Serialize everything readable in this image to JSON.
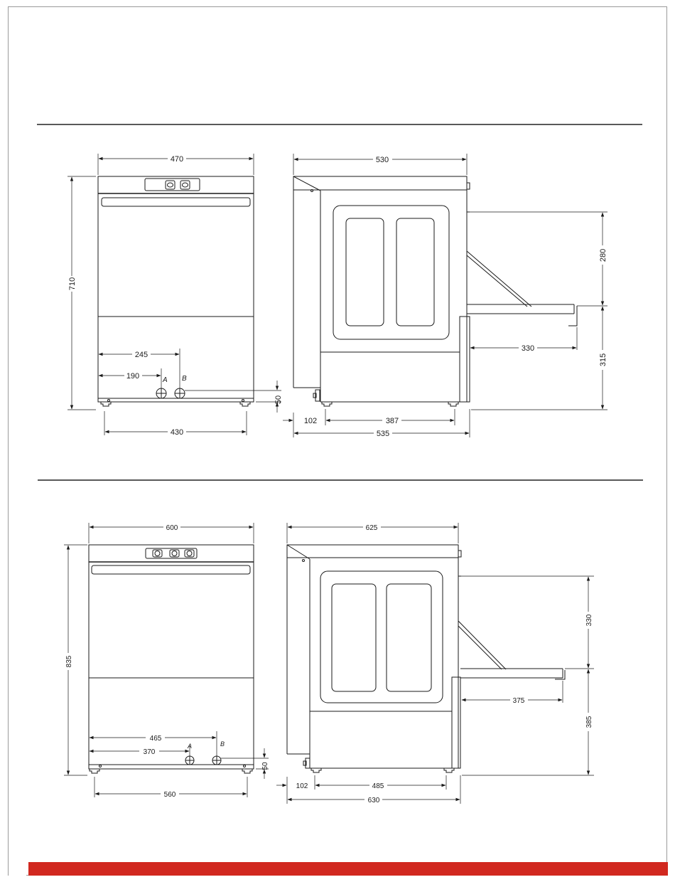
{
  "colors": {
    "line": "#1a1a1a",
    "rule": "#222222",
    "accent": "#d1281f"
  },
  "top_section": {
    "front": {
      "width_top": "470",
      "height": "710",
      "pos_b": "245",
      "pos_a": "190",
      "label_a": "A",
      "label_b": "B",
      "height_inlet": "50",
      "feet_span": "430"
    },
    "side": {
      "depth_top": "530",
      "rack_height": "280",
      "rack_length": "330",
      "rack_base_height": "315",
      "offset": "102",
      "feet_span": "387",
      "depth_total": "535"
    }
  },
  "bottom_section": {
    "front": {
      "width_top": "600",
      "height": "835",
      "pos_b": "465",
      "pos_a": "370",
      "label_a": "A",
      "label_b": "B",
      "height_inlet": "50",
      "feet_span": "560"
    },
    "side": {
      "depth_top": "625",
      "rack_height": "330",
      "rack_length": "375",
      "rack_base_height": "385",
      "offset": "102",
      "feet_span": "485",
      "depth_total": "630"
    }
  }
}
